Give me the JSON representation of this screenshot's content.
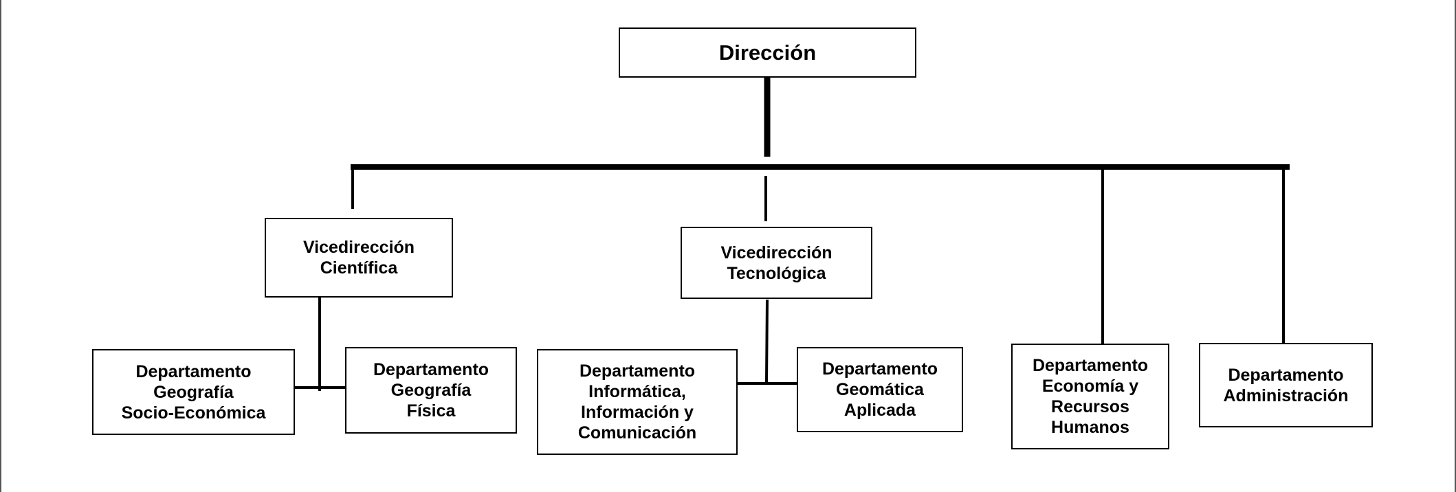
{
  "chart": {
    "root": {
      "label": "Dirección"
    },
    "vice_cientifica": {
      "lines": [
        "Vicedirección",
        "Científica"
      ]
    },
    "vice_tecnologica": {
      "lines": [
        "Vicedirección",
        "Tecnológica"
      ]
    },
    "dep_socio": {
      "lines": [
        "Departamento",
        "Geografía",
        "Socio-Económica"
      ]
    },
    "dep_fisica": {
      "lines": [
        "Departamento",
        "Geografía",
        "Física"
      ]
    },
    "dep_informatica": {
      "lines": [
        "Departamento",
        "Informática,",
        "Información y",
        "Comunicación"
      ]
    },
    "dep_geomatica": {
      "lines": [
        "Departamento",
        "Geomática",
        "Aplicada"
      ]
    },
    "dep_economia": {
      "lines": [
        "Departamento",
        "Economía y",
        "Recursos",
        "Humanos"
      ]
    },
    "dep_administracion": {
      "lines": [
        "Departamento",
        "Administración"
      ]
    }
  },
  "colors": {
    "line": "#000000",
    "box_border": "#000000",
    "background": "#ffffff"
  }
}
